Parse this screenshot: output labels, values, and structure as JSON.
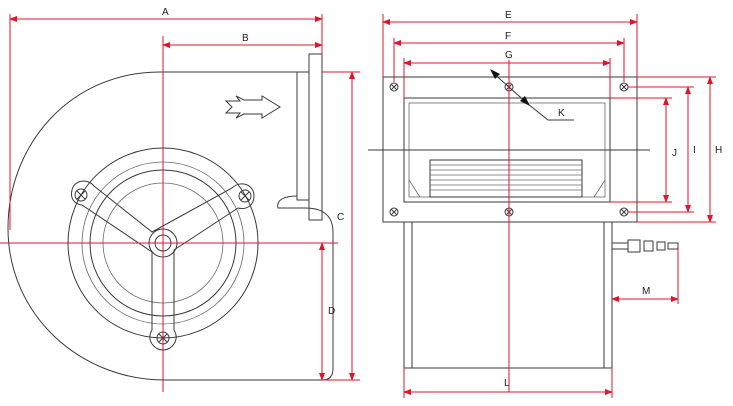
{
  "dimension_labels": {
    "a": "A",
    "b": "B",
    "c": "C",
    "d": "D",
    "e": "E",
    "f": "F",
    "g": "G",
    "h": "H",
    "i": "I",
    "j": "J",
    "k": "K",
    "l": "L",
    "m": "M"
  },
  "colors": {
    "outline": "#3a3a3a",
    "dimension": "#e0142b",
    "background": "#ffffff"
  },
  "icons": [
    "airflow-arrow-icon",
    "screw-icon"
  ]
}
